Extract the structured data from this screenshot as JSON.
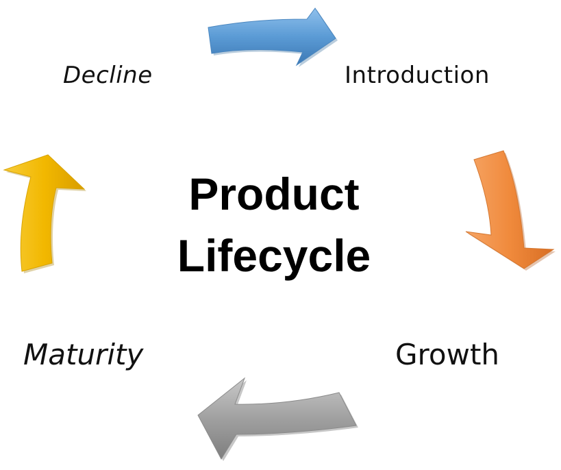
{
  "title": {
    "line1": "Product",
    "line2": "Lifecycle"
  },
  "stages": {
    "introduction": "Introduction",
    "growth": "Growth",
    "maturity": "Maturity",
    "decline": "Decline"
  },
  "arrows": [
    {
      "name": "decline-to-introduction-arrow",
      "direction": "right",
      "color": "#5b9bd5"
    },
    {
      "name": "introduction-to-growth-arrow",
      "direction": "down",
      "color": "#f08a3c"
    },
    {
      "name": "growth-to-maturity-arrow",
      "direction": "left",
      "color": "#a0a0a0"
    },
    {
      "name": "maturity-to-decline-arrow",
      "direction": "up",
      "color": "#f2b800"
    }
  ]
}
